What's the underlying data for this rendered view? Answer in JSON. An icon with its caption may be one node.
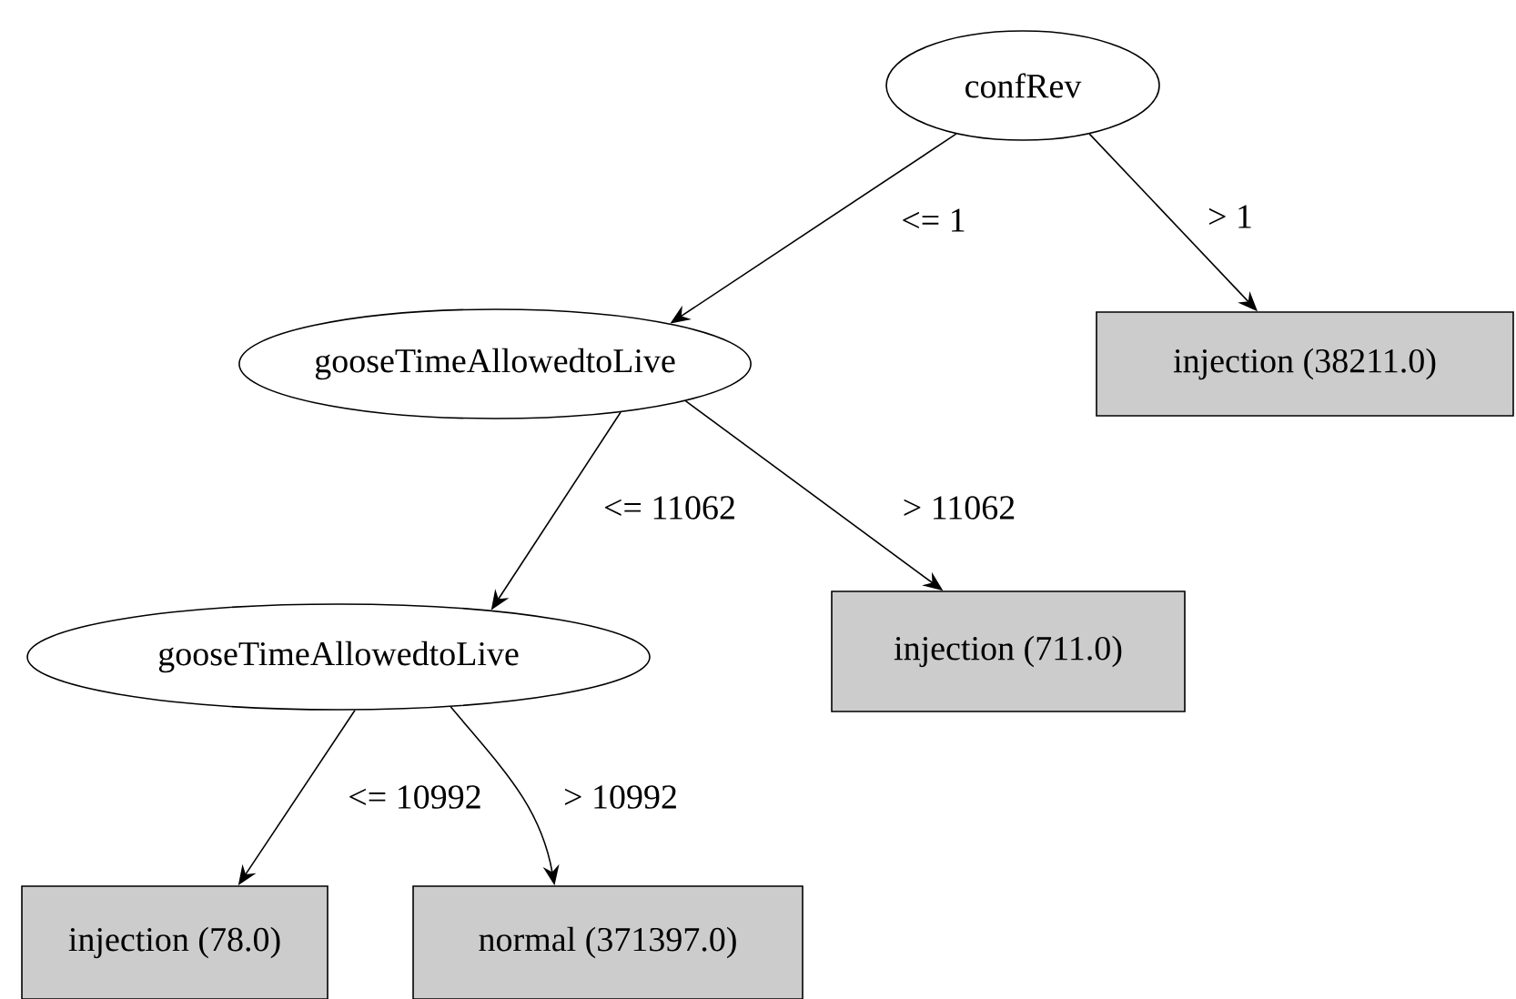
{
  "diagram": {
    "nodes": [
      {
        "text": [
          "confRev"
        ]
      },
      {
        "text": [
          "gooseTimeAllowedtoLive"
        ]
      },
      {
        "text": [
          "injection (38211.0)"
        ]
      },
      {
        "text": [
          "gooseTimeAllowedtoLive"
        ]
      },
      {
        "text": [
          "injection (711.0)"
        ]
      },
      {
        "text": [
          "injection (78.0)"
        ]
      },
      {
        "text": [
          "normal (371397.0)"
        ]
      }
    ],
    "edges": [
      {
        "from": 0,
        "to": 1,
        "arrow": "to",
        "label": "<= 1"
      },
      {
        "from": 0,
        "to": 2,
        "arrow": "to",
        "label": "> 1"
      },
      {
        "from": 1,
        "to": 3,
        "arrow": "to",
        "label": "<= 11062"
      },
      {
        "from": 1,
        "to": 4,
        "arrow": "to",
        "label": "> 11062"
      },
      {
        "from": 3,
        "to": 5,
        "arrow": "to",
        "label": "<= 10992"
      },
      {
        "from": 3,
        "to": 6,
        "arrow": "to",
        "label": "> 10992"
      }
    ]
  }
}
